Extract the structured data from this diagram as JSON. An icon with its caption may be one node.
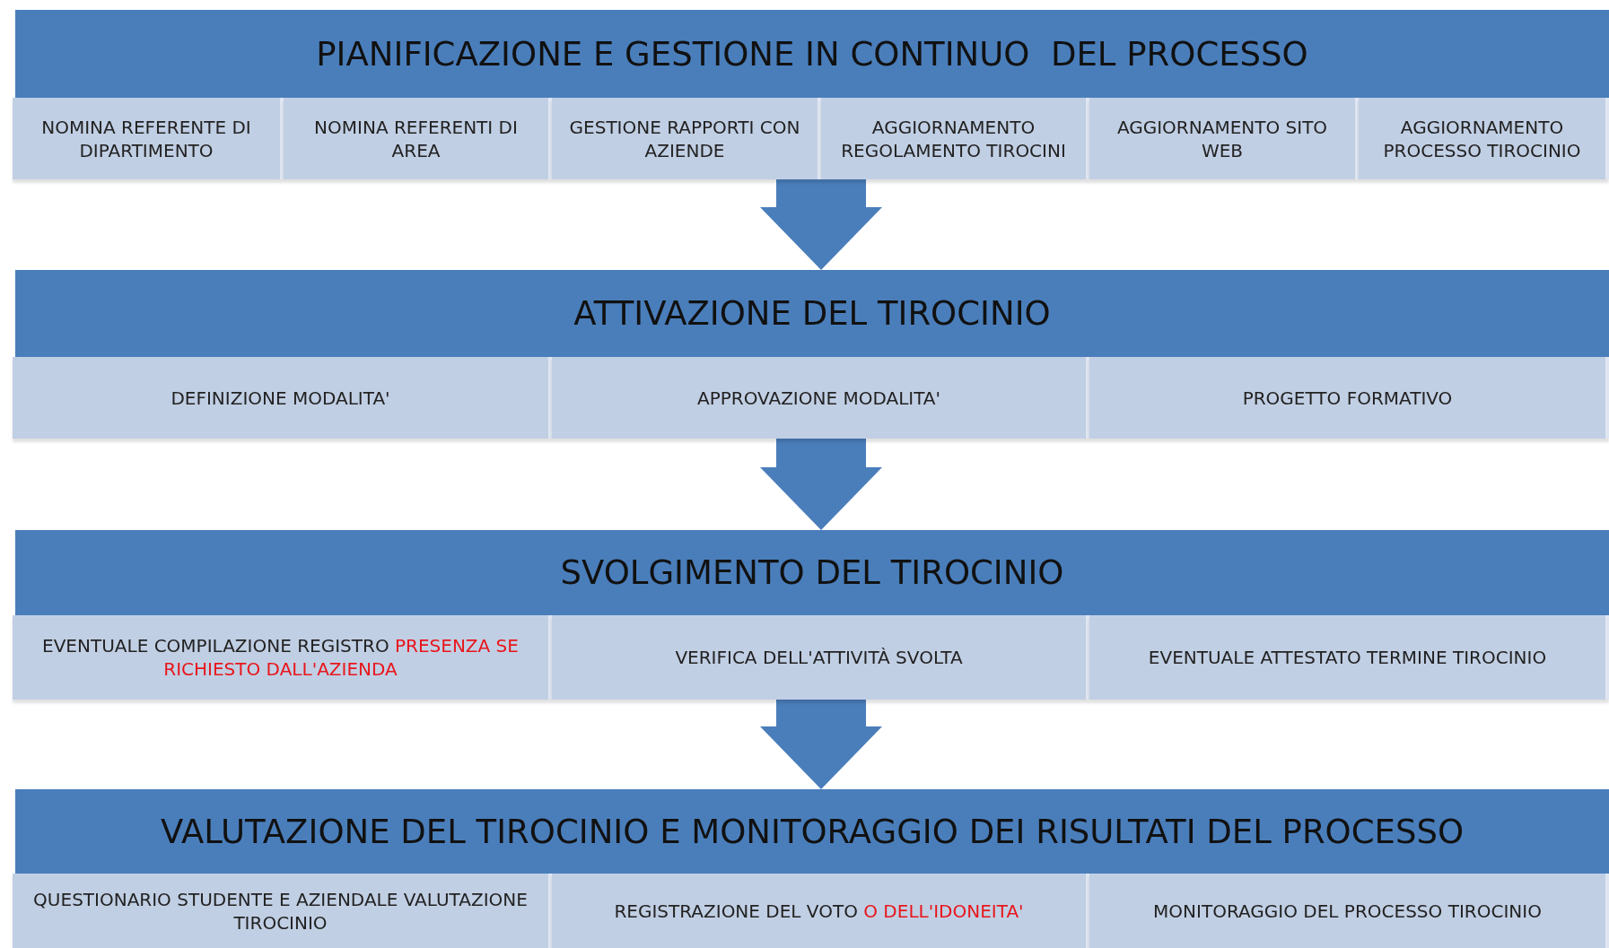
{
  "diagram": {
    "nodes": [
      {
        "text": [
          "PIANIFICAZIONE E GESTIONE IN CONTINUO  DEL PROCESSO"
        ]
      },
      {
        "text": [
          "NOMINA REFERENTE DI DIPARTIMENTO"
        ]
      },
      {
        "text": [
          "NOMINA REFERENTI DI AREA"
        ]
      },
      {
        "text": [
          "GESTIONE RAPPORTI CON AZIENDE"
        ]
      },
      {
        "text": [
          "AGGIORNAMENTO REGOLAMENTO TIROCINI"
        ]
      },
      {
        "text": [
          "AGGIORNAMENTO SITO WEB"
        ]
      },
      {
        "text": [
          "AGGIORNAMENTO PROCESSO TIROCINIO"
        ]
      },
      {
        "text": [
          "ATTIVAZIONE DEL TIROCINIO"
        ]
      },
      {
        "text": [
          "DEFINIZIONE MODALITA'"
        ]
      },
      {
        "text": [
          "APPROVAZIONE MODALITA'"
        ]
      },
      {
        "text": [
          "PROGETTO FORMATIVO"
        ]
      },
      {
        "text": [
          "SVOLGIMENTO DEL TIROCINIO"
        ]
      },
      {
        "text": [
          "EVENTUALE COMPILAZIONE REGISTRO",
          "PRESENZA SE RICHIESTO DALL'AZIENDA"
        ]
      },
      {
        "text": [
          "VERIFICA DELL'ATTIVITÀ SVOLTA"
        ]
      },
      {
        "text": [
          "EVENTUALE ATTESTATO TERMINE TIROCINIO"
        ]
      },
      {
        "text": [
          "VALUTAZIONE DEL TIROCINIO E MONITORAGGIO DEI RISULTATI DEL PROCESSO"
        ]
      },
      {
        "text": [
          "QUESTIONARIO STUDENTE E AZIENDALE VALUTAZIONE TIROCINIO"
        ]
      },
      {
        "text": [
          "REGISTRAZIONE DEL VOTO",
          "O DELL'IDONEITA'"
        ]
      },
      {
        "text": [
          "MONITORAGGIO DEL PROCESSO TIROCINIO"
        ]
      }
    ],
    "edges": [
      {
        "from": 4,
        "to": 7,
        "arrow": "to"
      },
      {
        "from": 9,
        "to": 11,
        "arrow": "to"
      },
      {
        "from": 13,
        "to": 15,
        "arrow": "to"
      }
    ]
  }
}
